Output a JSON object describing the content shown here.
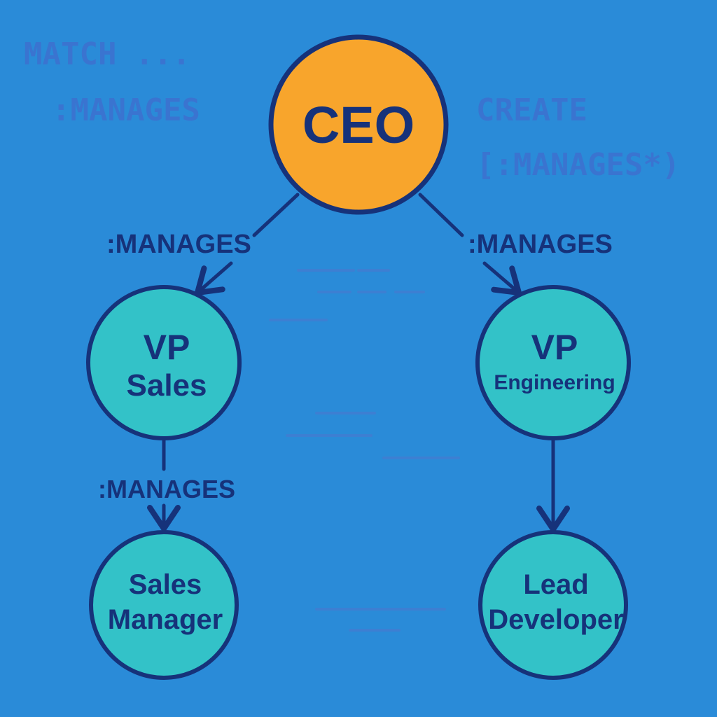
{
  "colors": {
    "background": "#2a8bd8",
    "root_fill": "#f8a52c",
    "child_fill": "#33c2c8",
    "outline": "#16327a",
    "background_code": "#3a74d0",
    "faint_line": "#3d7fd2"
  },
  "background_code": {
    "line1": "MATCH ...",
    "line2": ":MANAGES",
    "line3": "CREATE",
    "line4": "[:MANAGES*)"
  },
  "nodes": {
    "ceo": {
      "label": "CEO"
    },
    "vp_sales": {
      "line1": "VP",
      "line2": "Sales"
    },
    "vp_engineering": {
      "line1": "VP",
      "line2": "Engineering"
    },
    "sales_manager": {
      "line1": "Sales",
      "line2": "Manager"
    },
    "lead_developer": {
      "line1": "Lead",
      "line2": "Developer"
    }
  },
  "edges": {
    "ceo_to_vp_sales": ":MANAGES",
    "ceo_to_vp_engineering": ":MANAGES",
    "vp_sales_to_sales_manager": ":MANAGES"
  }
}
